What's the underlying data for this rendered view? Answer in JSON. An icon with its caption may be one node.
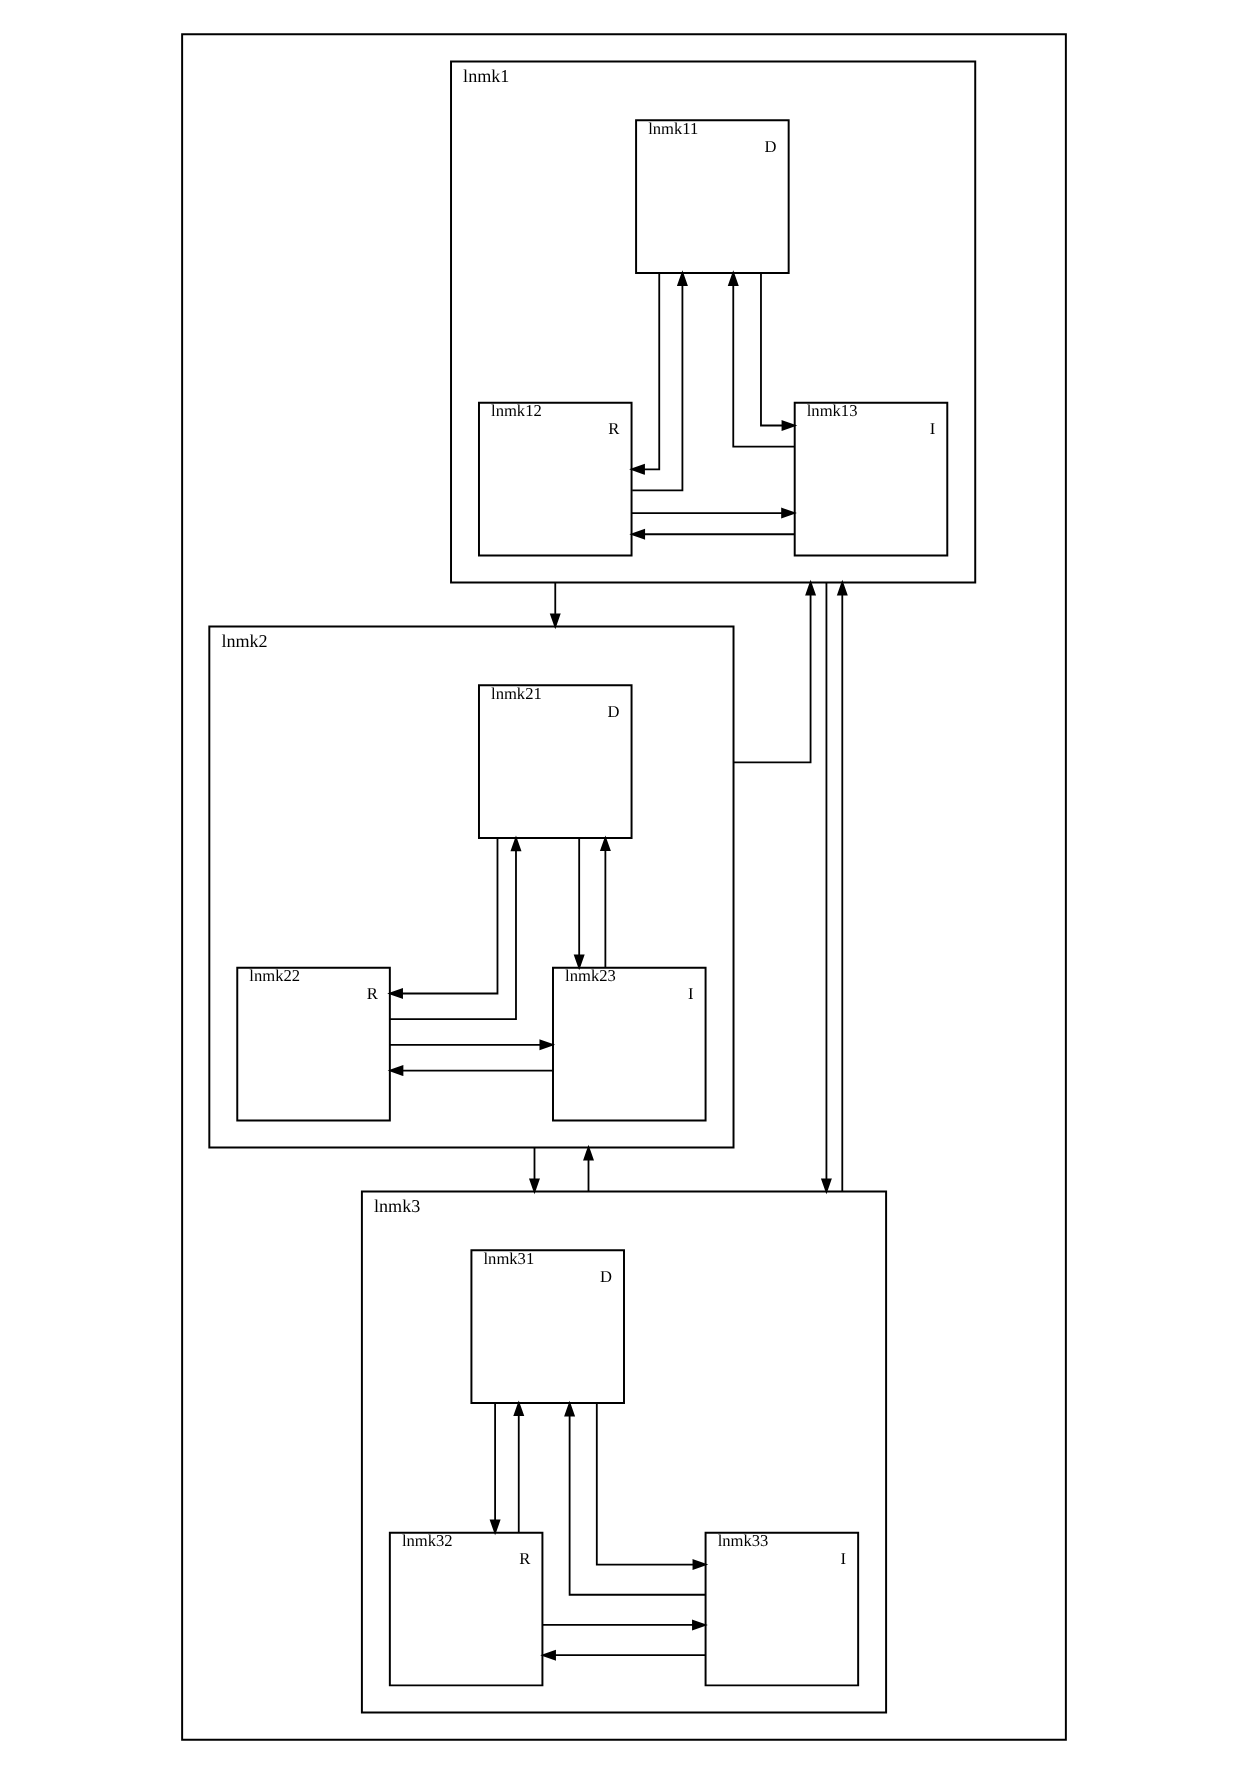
{
  "diagram": {
    "nodes": [
      {
        "text": [],
        "shape": "box"
      },
      {
        "text": [
          "lnmk1"
        ],
        "in": 0
      },
      {
        "text": [
          "lnmk11",
          "D"
        ],
        "in": 1
      },
      {
        "text": [
          "lnmk12",
          "R"
        ],
        "in": 1
      },
      {
        "text": [
          "lnmk13",
          "I"
        ],
        "in": 1
      },
      {
        "text": [
          "lnmk2"
        ],
        "in": 0
      },
      {
        "text": [
          "lnmk21",
          "D"
        ],
        "in": 5
      },
      {
        "text": [
          "lnmk22",
          "R"
        ],
        "in": 5
      },
      {
        "text": [
          "lnmk23",
          "I"
        ],
        "in": 5
      },
      {
        "text": [
          "lnmk3"
        ],
        "in": 0
      },
      {
        "text": [
          "lnmk31",
          "D"
        ],
        "in": 9
      },
      {
        "text": [
          "lnmk32",
          "R"
        ],
        "in": 9
      },
      {
        "text": [
          "lnmk33",
          "I"
        ],
        "in": 9
      }
    ],
    "edges": [
      {
        "from": 2,
        "to": 3,
        "arrow": "to"
      },
      {
        "from": 3,
        "to": 2,
        "arrow": "to"
      },
      {
        "from": 2,
        "to": 4,
        "arrow": "to"
      },
      {
        "from": 4,
        "to": 2,
        "arrow": "to"
      },
      {
        "from": 3,
        "to": 4,
        "arrow": "to"
      },
      {
        "from": 4,
        "to": 3,
        "arrow": "to"
      },
      {
        "from": 6,
        "to": 7,
        "arrow": "to"
      },
      {
        "from": 7,
        "to": 6,
        "arrow": "to"
      },
      {
        "from": 6,
        "to": 8,
        "arrow": "to"
      },
      {
        "from": 8,
        "to": 6,
        "arrow": "to"
      },
      {
        "from": 7,
        "to": 8,
        "arrow": "to"
      },
      {
        "from": 8,
        "to": 7,
        "arrow": "to"
      },
      {
        "from": 10,
        "to": 11,
        "arrow": "to"
      },
      {
        "from": 11,
        "to": 10,
        "arrow": "to"
      },
      {
        "from": 10,
        "to": 12,
        "arrow": "to"
      },
      {
        "from": 12,
        "to": 10,
        "arrow": "to"
      },
      {
        "from": 11,
        "to": 12,
        "arrow": "to"
      },
      {
        "from": 12,
        "to": 11,
        "arrow": "to"
      },
      {
        "from": 1,
        "to": 5,
        "arrow": "to"
      },
      {
        "from": 5,
        "to": 1,
        "arrow": "to"
      },
      {
        "from": 1,
        "to": 9,
        "arrow": "to"
      },
      {
        "from": 9,
        "to": 1,
        "arrow": "to"
      },
      {
        "from": 5,
        "to": 9,
        "arrow": "to"
      },
      {
        "from": 9,
        "to": 5,
        "arrow": "to"
      }
    ]
  }
}
